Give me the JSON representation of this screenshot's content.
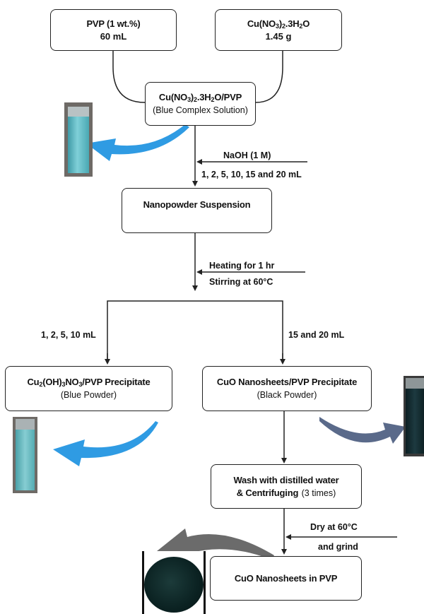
{
  "boxes": {
    "pvp": {
      "line1": "PVP (1 wt.%)",
      "line2": "60 mL"
    },
    "cu_nitrate": {
      "prefix": "Cu(NO",
      "sub3": "3",
      "close": ")",
      "sub2": "2",
      "suffix": ".3H",
      "subH": "2",
      "o": "O",
      "line2": "1.45 g"
    },
    "complex": {
      "prefix": "Cu(NO",
      "sub3": "3",
      "close": ")",
      "sub2": "2",
      "mid": ".3H",
      "subH": "2",
      "tail": "O/PVP",
      "line2": "(Blue Complex Solution)"
    },
    "suspension": {
      "line1": "Nanopowder Suspension"
    },
    "cu2oh": {
      "a": "Cu",
      "s1": "2",
      "b": "(OH)",
      "s2": "3",
      "c": "NO",
      "s3": "3",
      "d": "/PVP Precipitate",
      "line2": "(Blue Powder)"
    },
    "cuo_ppt": {
      "line1": "CuO Nanosheets/PVP Precipitate",
      "line2": "(Black Powder)"
    },
    "wash": {
      "line1": "Wash with distilled water",
      "line2a": "& Centrifuging",
      "line2b": "(3 times)"
    },
    "final": {
      "line1": "CuO Nanosheets in PVP"
    }
  },
  "labels": {
    "naoh": "NaOH (1 M)",
    "naoh_amounts": "1, 2, 5, 10, 15 and 20 mL",
    "heating": "Heating for 1 hr",
    "stirring": "Stirring at 60°C",
    "left_branch": "1, 2, 5, 10 mL",
    "right_branch": "15 and 20 mL",
    "dry": "Dry at 60°C",
    "grind": "and grind"
  },
  "colors": {
    "blue_arrow": "#2f9be3",
    "gray_arrow": "#5a6a8a",
    "dark_arrow": "#6b6b6b",
    "blue_solution": "#5fb8c2",
    "black_powder": "#0d2b2b"
  }
}
